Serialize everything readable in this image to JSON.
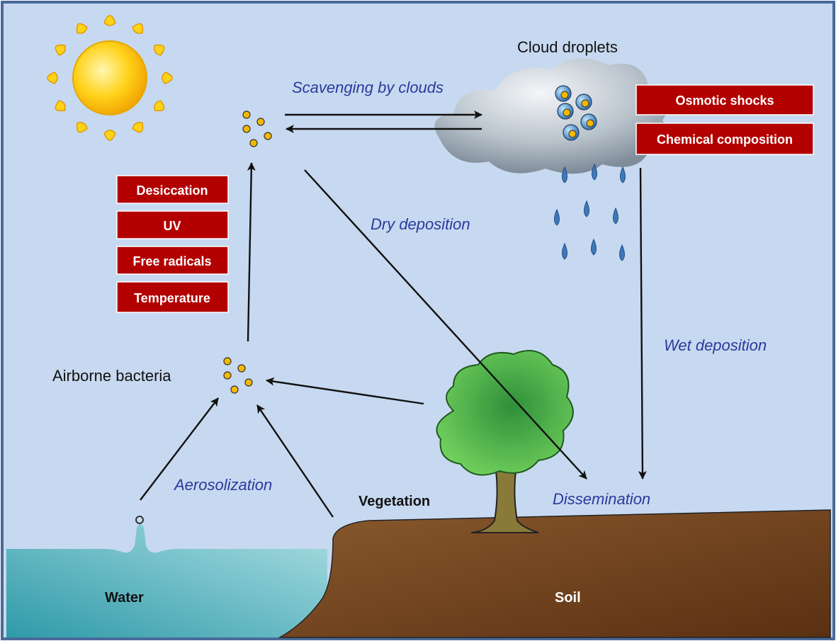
{
  "labels": {
    "cloud_droplets": "Cloud droplets",
    "scavenging": "Scavenging by clouds",
    "dry_deposition": "Dry deposition",
    "wet_deposition": "Wet deposition",
    "airborne_bacteria": "Airborne bacteria",
    "aerosolization": "Aerosolization",
    "vegetation": "Vegetation",
    "dissemination": "Dissemination",
    "water": "Water",
    "soil": "Soil"
  },
  "cloud_stresses": [
    "Osmotic shocks",
    "Chemical composition"
  ],
  "air_stresses": [
    "Desiccation",
    "UV",
    "Free radicals",
    "Temperature"
  ],
  "icons": [
    "sun-icon",
    "cloud-icon",
    "raindrop-icon",
    "tree-icon",
    "bacteria-icon",
    "bubble-icon"
  ],
  "colors": {
    "sky": "#c7d9f0",
    "frame": "#4a6a9a",
    "stress_box": "#b30000",
    "label_blue": "#2a3a9c",
    "bacteria": "#f5b800",
    "water": "#5fb1bd",
    "soil": "#6b3e1a",
    "tree_green": "#3fae3f",
    "raindrop": "#3f78b8"
  }
}
